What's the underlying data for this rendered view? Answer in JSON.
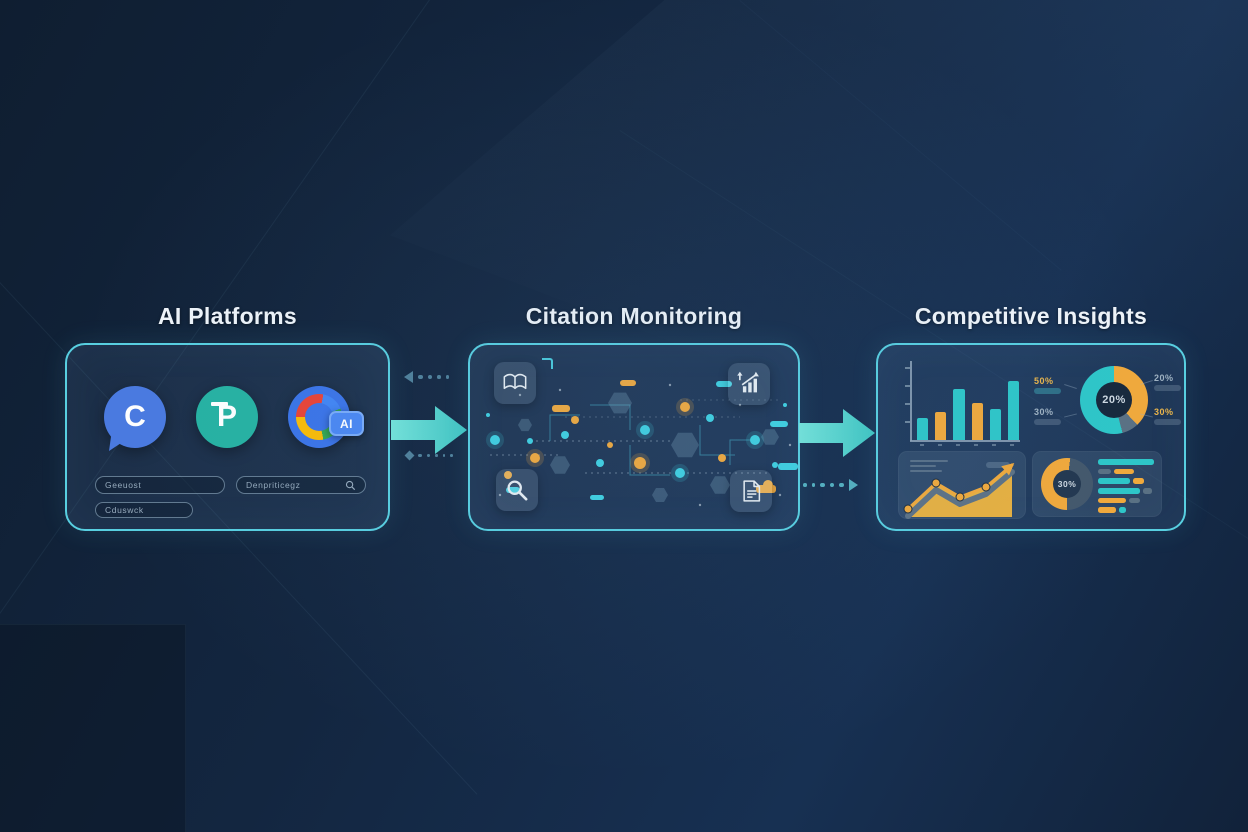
{
  "stages": [
    {
      "title": "AI Platforms"
    },
    {
      "title": "Citation Monitoring"
    },
    {
      "title": "Competitive Insights"
    }
  ],
  "platforms": {
    "logos": [
      {
        "name": "chat-ai-logo",
        "letter": "C"
      },
      {
        "name": "perplexity-logo",
        "letter": "P"
      },
      {
        "name": "google-ai-logo",
        "badge_label": "AI"
      }
    ],
    "search_fields": [
      {
        "value": "Geeuost"
      },
      {
        "value": "Denpriticegz"
      },
      {
        "value": "Cduswck"
      }
    ]
  },
  "monitoring": {
    "corner_icons": [
      "open-book",
      "rising-chart",
      "magnifier",
      "document"
    ]
  },
  "colors": {
    "teal": "#2ec6c8",
    "orange": "#f0a93c",
    "slate": "#44586c",
    "slate_light": "#5a7184",
    "panel_border": "#58cfe0",
    "accent_arrow": "#4ed2cb"
  },
  "chart_data": [
    {
      "type": "bar",
      "id": "insights-bar-chart",
      "values": [
        35,
        45,
        82,
        60,
        50,
        95
      ],
      "bar_colors": [
        "teal",
        "orange",
        "teal",
        "orange",
        "teal",
        "teal"
      ],
      "ylim": [
        0,
        100
      ]
    },
    {
      "type": "donut",
      "id": "insights-share-donut",
      "center_label": "20%",
      "segments": [
        {
          "color": "orange",
          "value": 38
        },
        {
          "color": "slate_light",
          "value": 8
        },
        {
          "color": "teal",
          "value": 54
        }
      ],
      "callouts": [
        {
          "text": "50%",
          "tone": "orange"
        },
        {
          "text": "30%",
          "tone": "gray"
        },
        {
          "text": "20%",
          "tone": "gray"
        },
        {
          "text": "30%",
          "tone": "orange"
        }
      ]
    },
    {
      "type": "area",
      "id": "insights-trend-chart",
      "points": [
        [
          8,
          52
        ],
        [
          36,
          26
        ],
        [
          60,
          40
        ],
        [
          86,
          30
        ],
        [
          112,
          8
        ]
      ]
    },
    {
      "type": "donut",
      "id": "insights-secondary-donut",
      "center_label": "30%",
      "from_deg": 180,
      "segments": [
        {
          "color": "orange",
          "value": 52
        },
        {
          "color": "slate",
          "value": 48
        }
      ],
      "hbars": [
        [
          [
            "teal",
            56
          ]
        ],
        [
          [
            "slate_light",
            13
          ],
          [
            "orange",
            20
          ]
        ],
        [
          [
            "teal",
            32
          ],
          [
            "orange",
            11
          ]
        ],
        [
          [
            "teal",
            42
          ],
          [
            "slate_light",
            9
          ]
        ],
        [
          [
            "orange",
            28
          ],
          [
            "slate_light",
            11
          ]
        ],
        [
          [
            "orange",
            18
          ],
          [
            "teal",
            7
          ]
        ]
      ]
    }
  ]
}
